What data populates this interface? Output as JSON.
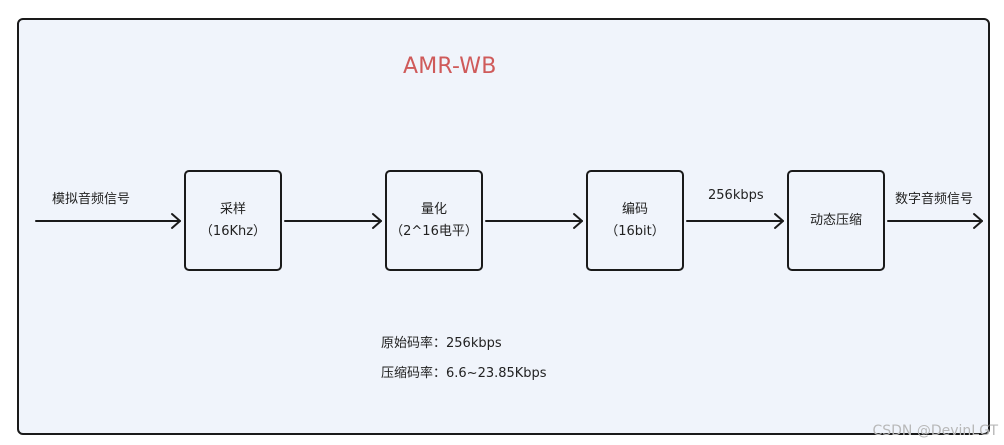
{
  "title": "AMR-WB",
  "input_label": "模拟音频信号",
  "output_label": "数字音频信号",
  "bitrate_label": "256kbps",
  "blocks": [
    {
      "line1": "采样",
      "line2": "（16Khz）"
    },
    {
      "line1": "量化",
      "line2": "（2^16电平）"
    },
    {
      "line1": "编码",
      "line2": "（16bit）"
    },
    {
      "line1": "动态压缩",
      "line2": ""
    }
  ],
  "notes": {
    "original_rate": "原始码率：256kbps",
    "compressed_rate": "压缩码率：6.6~23.85Kbps"
  },
  "watermark": "CSDN @DevinLGT",
  "colors": {
    "title": "#cf5a5a",
    "panel_bg": "#f0f4fb",
    "stroke": "#1a1a1a"
  }
}
